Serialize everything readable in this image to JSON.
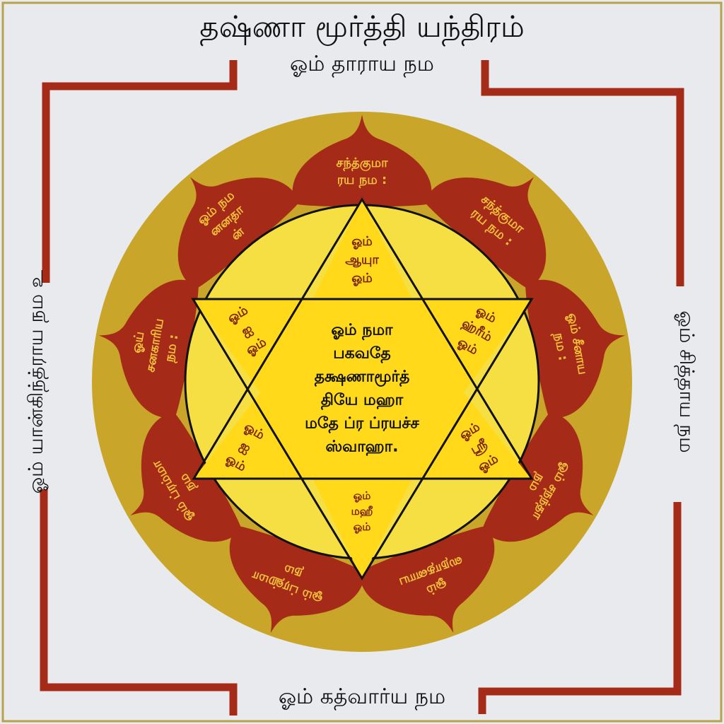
{
  "title": "தஷ்ணா மூர்த்தி யந்திரம்",
  "gate_texts": {
    "top": "ஓம் தாராய நம",
    "bottom": "ஓம் கத்வார்ய நம",
    "left": "ஓம் யான்கிந்த்ராய நம உ",
    "right": "ஓம் சித்தாய நம"
  },
  "petals": [
    {
      "lines": [
        "சந்த்குமா",
        "ரய நம :"
      ]
    },
    {
      "lines": [
        "சந்த்குமா",
        "ரய நம :"
      ]
    },
    {
      "lines": [
        "ஓம் சீனாய",
        "நம :"
      ]
    },
    {
      "lines": [
        "ஓம் சநந்தா",
        "நம"
      ]
    },
    {
      "lines": [
        "ஓம்",
        "ஸநாதனாய"
      ]
    },
    {
      "lines": [
        "ஓம் ப்ரஹ்மா",
        "நம"
      ]
    },
    {
      "lines": [
        "ஓம் ப்ரம்மா",
        "நம"
      ]
    },
    {
      "lines": [
        "ஓய்",
        "சனகாரிய",
        "நம :"
      ]
    },
    {
      "lines": [
        "ஓம் நம",
        "னனதா",
        "ன்"
      ]
    }
  ],
  "triangles": [
    {
      "lines": [
        "ஓம்",
        "ஆயுா",
        "ஓம்"
      ]
    },
    {
      "lines": [
        "ஓம்",
        "ஐ",
        "ஓம்"
      ]
    },
    {
      "lines": [
        "ஓம்",
        "ஹ்ரீம்",
        "ஓம்"
      ]
    },
    {
      "lines": [
        "ஓம்",
        "மஹீ",
        "ஓம்"
      ]
    },
    {
      "lines": [
        "ஓம்",
        "ஸ்ரீ",
        "ஓம்"
      ]
    },
    {
      "lines": [
        "ஓம்",
        "ஐ",
        "ஓம்"
      ]
    }
  ],
  "center_mantra": [
    "ஓம் நமா",
    "பகவதே",
    "தக்ஷணாமூர்த்",
    "தியே மஹா",
    "மதே ப்ர ப்ரயச்ச",
    "ஸ்வாஹா."
  ],
  "colors": {
    "background": "#e9eaee",
    "frame_border": "#b8a24a",
    "bhupura_line": "#a52a17",
    "outer_disc": "#c9a52a",
    "petal_fill": "#a52a17",
    "petal_text": "#f2c23b",
    "inner_disc": "#f6df43",
    "star_fill": "#ffd91a",
    "text_dark": "#111111",
    "triangle_text": "#7a2410"
  }
}
